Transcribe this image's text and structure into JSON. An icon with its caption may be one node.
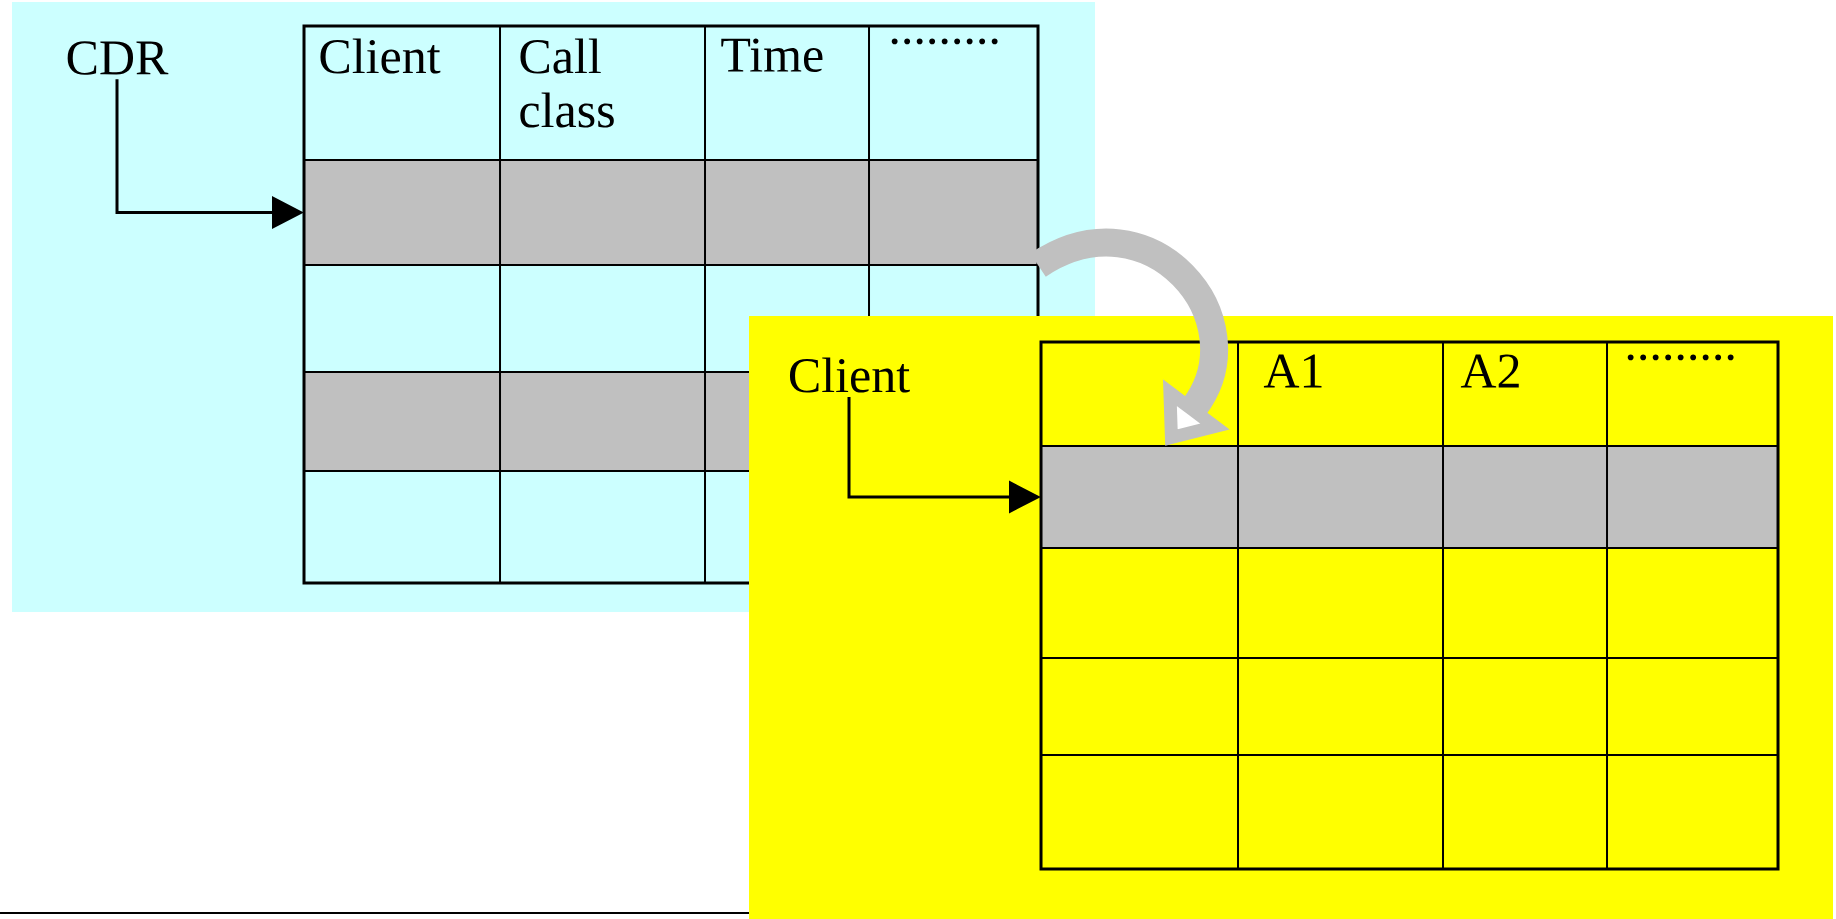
{
  "diagram": {
    "nodes": [
      {
        "text": [
          "CDR"
        ]
      },
      {
        "text": [],
        "shape": "bar"
      },
      {
        "text": [
          "Client"
        ]
      },
      {
        "text": [],
        "shape": "bar"
      }
    ],
    "edges": [
      {
        "from": 0,
        "to": 1,
        "arrow": "to"
      },
      {
        "from": 2,
        "to": 3,
        "arrow": "to"
      },
      {
        "from": 1,
        "to": 3,
        "arrow": "to",
        "style": "thick",
        "color": "#c0c0c0"
      }
    ],
    "labels": [
      "Client",
      "Call class",
      "Time",
      ".........",
      "A1",
      "A2",
      "........."
    ]
  }
}
